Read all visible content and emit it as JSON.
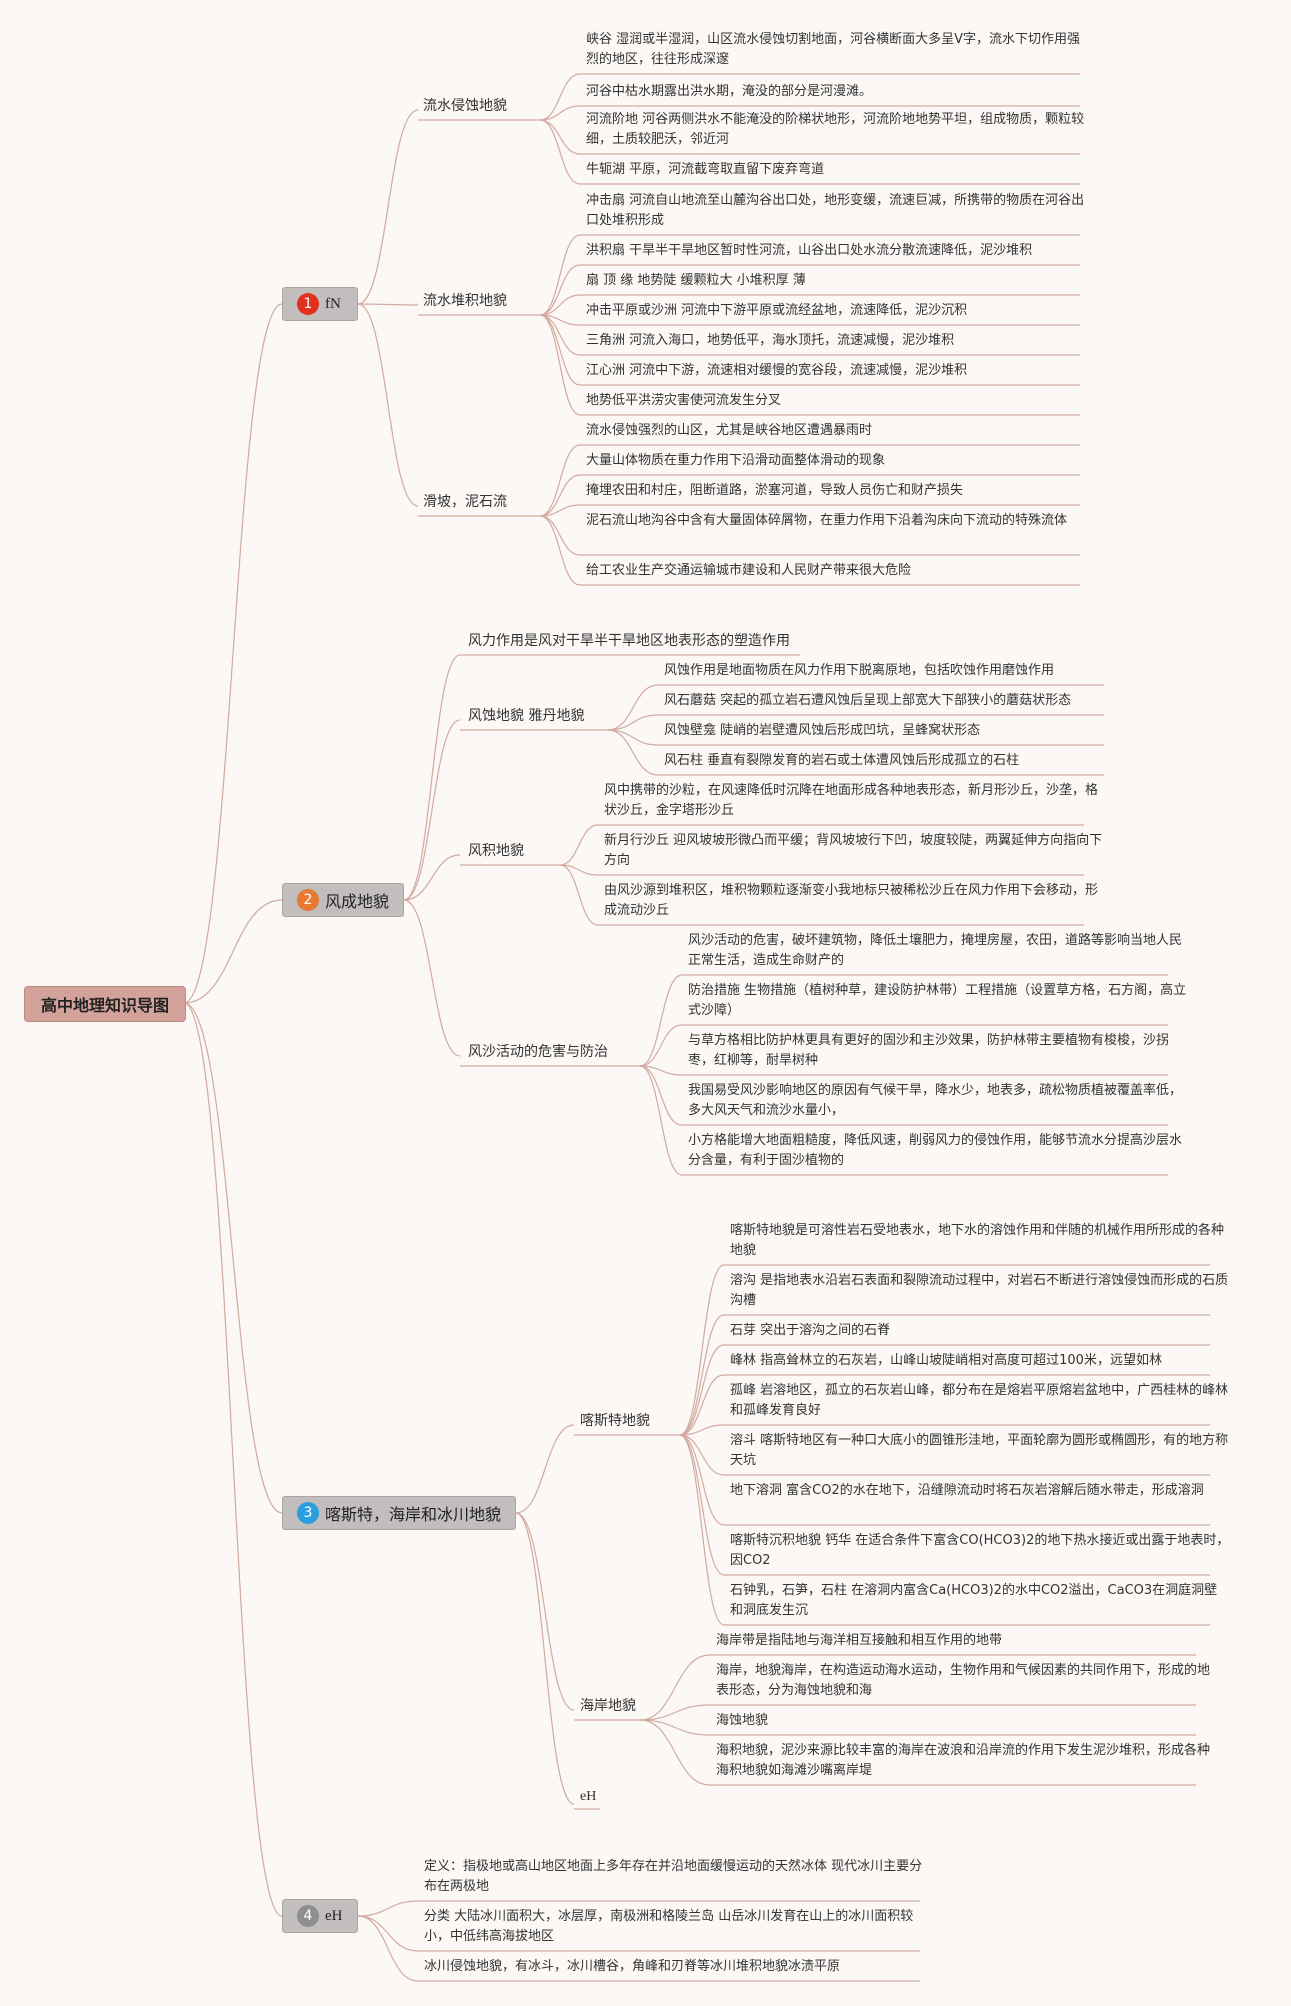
{
  "root": {
    "label": "高中地理知识导图"
  },
  "colors": {
    "link": "#d2aaa0",
    "badge1": "#e2311d",
    "badge2": "#e87a33",
    "badge3": "#2b9ee0",
    "badge4": "#8e8e8e"
  },
  "b1": {
    "num": "1",
    "label": "fN",
    "c1": {
      "label": "流水侵蚀地貌",
      "i": [
        "峡谷 湿润或半湿润，山区流水侵蚀切割地面，河谷横断面大多呈V字，流水下切作用强烈的地区，往往形成深邃",
        "河谷中枯水期露出洪水期，淹没的部分是河漫滩。",
        "河流阶地 河谷两侧洪水不能淹没的阶梯状地形，河流阶地地势平坦，组成物质，颗粒较细，土质较肥沃，邻近河",
        "牛轭湖 平原，河流截弯取直留下废弃弯道"
      ]
    },
    "c2": {
      "label": "流水堆积地貌",
      "i": [
        "冲击扇 河流自山地流至山麓沟谷出口处，地形变缓，流速巨减，所携带的物质在河谷出口处堆积形成",
        "洪积扇 干旱半干旱地区暂时性河流，山谷出口处水流分散流速降低，泥沙堆积",
        "扇 顶 缘 地势陡 缓颗粒大 小堆积厚 薄",
        "冲击平原或沙洲 河流中下游平原或流经盆地，流速降低，泥沙沉积",
        "三角洲 河流入海口，地势低平，海水顶托，流速减慢，泥沙堆积",
        "江心洲 河流中下游，流速相对缓慢的宽谷段，流速减慢，泥沙堆积",
        "地势低平洪涝灾害使河流发生分叉"
      ]
    },
    "c3": {
      "label": "滑坡，泥石流",
      "i": [
        "流水侵蚀强烈的山区，尤其是峡谷地区遭遇暴雨时",
        "大量山体物质在重力作用下沿滑动面整体滑动的现象",
        "掩埋农田和村庄，阻断道路，淤塞河道，导致人员伤亡和财产损失",
        "泥石流山地沟谷中含有大量固体碎屑物，在重力作用下沿着沟床向下流动的特殊流体",
        "给工农业生产交通运输城市建设和人民财产带来很大危险"
      ]
    }
  },
  "b2": {
    "num": "2",
    "label": "风成地貌",
    "c0": {
      "label": "风力作用是风对干旱半干旱地区地表形态的塑造作用"
    },
    "c1": {
      "label": "风蚀地貌 雅丹地貌",
      "i": [
        "风蚀作用是地面物质在风力作用下脱离原地，包括吹蚀作用磨蚀作用",
        "风石蘑菇 突起的孤立岩石遭风蚀后呈现上部宽大下部狭小的蘑菇状形态",
        "风蚀壁龛 陡峭的岩壁遭风蚀后形成凹坑，呈蜂窝状形态",
        "风石柱 垂直有裂隙发育的岩石或土体遭风蚀后形成孤立的石柱"
      ]
    },
    "c2": {
      "label": "风积地貌",
      "i": [
        "风中携带的沙粒，在风速降低时沉降在地面形成各种地表形态，新月形沙丘，沙垄，格状沙丘，金字塔形沙丘",
        "新月行沙丘 迎风坡坡形微凸而平缓；背风坡坡行下凹，坡度较陡，两翼延伸方向指向下方向",
        "由风沙源到堆积区，堆积物颗粒逐渐变小我地标只被稀松沙丘在风力作用下会移动，形成流动沙丘"
      ]
    },
    "c3": {
      "label": "风沙活动的危害与防治",
      "i": [
        "风沙活动的危害，破坏建筑物，降低土壤肥力，掩埋房屋，农田，道路等影响当地人民正常生活，造成生命财产的",
        "防治措施 生物措施（植树种草，建设防护林带）工程措施（设置草方格，石方阁，高立式沙障）",
        "与草方格相比防护林更具有更好的固沙和主沙效果，防护林带主要植物有梭梭，沙拐枣，红柳等，耐旱树种",
        "我国易受风沙影响地区的原因有气候干旱，降水少，地表多，疏松物质植被覆盖率低，多大风天气和流沙水量小，",
        "小方格能增大地面粗糙度，降低风速，削弱风力的侵蚀作用，能够节流水分提高沙层水分含量，有利于固沙植物的"
      ]
    }
  },
  "b3": {
    "num": "3",
    "label": "喀斯特，海岸和冰川地貌",
    "c1": {
      "label": "喀斯特地貌",
      "i": [
        "喀斯特地貌是可溶性岩石受地表水，地下水的溶蚀作用和伴随的机械作用所形成的各种地貌",
        "溶沟 是指地表水沿岩石表面和裂隙流动过程中，对岩石不断进行溶蚀侵蚀而形成的石质沟槽",
        "石芽 突出于溶沟之间的石脊",
        "峰林 指高耸林立的石灰岩，山峰山坡陡峭相对高度可超过100米，远望如林",
        "孤峰 岩溶地区，孤立的石灰岩山峰，都分布在是熔岩平原熔岩盆地中，广西桂林的峰林和孤峰发育良好",
        "溶斗 喀斯特地区有一种口大底小的圆锥形洼地，平面轮廓为圆形或椭圆形，有的地方称天坑",
        "地下溶洞 富含CO2的水在地下，沿缝隙流动时将石灰岩溶解后随水带走，形成溶洞",
        "喀斯特沉积地貌 钙华 在适合条件下富含CO(HCO3)2的地下热水接近或出露于地表时，因CO2",
        "石钟乳，石笋，石柱 在溶洞内富含Ca(HCO3)2的水中CO2溢出，CaCO3在洞庭洞壁和洞底发生沉"
      ]
    },
    "c2": {
      "label": "海岸地貌",
      "i": [
        "海岸带是指陆地与海洋相互接触和相互作用的地带",
        "海岸，地貌海岸，在构造运动海水运动，生物作用和气候因素的共同作用下，形成的地表形态，分为海蚀地貌和海",
        "海蚀地貌",
        "海积地貌，泥沙来源比较丰富的海岸在波浪和沿岸流的作用下发生泥沙堆积，形成各种海积地貌如海滩沙嘴离岸堤"
      ]
    },
    "c3": {
      "label": "eH"
    }
  },
  "b4": {
    "num": "4",
    "label": "eH",
    "i": [
      "定义：指极地或高山地区地面上多年存在并沿地面缓慢运动的天然冰体 现代冰川主要分布在两极地",
      "分类 大陆冰川面积大，冰层厚，南极洲和格陵兰岛 山岳冰川发育在山上的冰川面积较小，中低纬高海拔地区",
      "冰川侵蚀地貌，有冰斗，冰川槽谷，角峰和刃脊等冰川堆积地貌冰渍平原"
    ]
  }
}
